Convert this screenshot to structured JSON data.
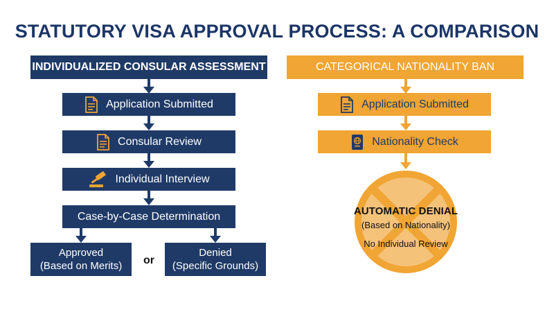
{
  "title": "STATUTORY VISA APPROVAL PROCESS: A COMPARISON",
  "left": {
    "header": "INDIVIDUALIZED CONSULAR ASSESSMENT",
    "steps": [
      {
        "label": "Application Submitted",
        "icon": "document-icon"
      },
      {
        "label": "Consular Review",
        "icon": "document-icon"
      },
      {
        "label": "Individual Interview",
        "icon": "gavel-icon"
      },
      {
        "label": "Case-by-Case Determination",
        "icon": ""
      }
    ],
    "outcomes": {
      "approved": {
        "line1": "Approved",
        "line2": "(Based on Merits)"
      },
      "or": "or",
      "denied": {
        "line1": "Denied",
        "line2": "(Specific Grounds)"
      }
    }
  },
  "right": {
    "header": "CATEGORICAL NATIONALITY BAN",
    "steps": [
      {
        "label": "Application Submitted",
        "icon": "document-icon"
      },
      {
        "label": "Nationality Check",
        "icon": "passport-icon"
      }
    ],
    "denial": {
      "title": "AUTOMATIC DENIAL",
      "subtitle": "(Based on Nationality)",
      "note": "No Individual Review"
    }
  },
  "colors": {
    "navy": "#1f3a67",
    "gold": "#f0a534",
    "deny_circle": "#f5c27a"
  }
}
